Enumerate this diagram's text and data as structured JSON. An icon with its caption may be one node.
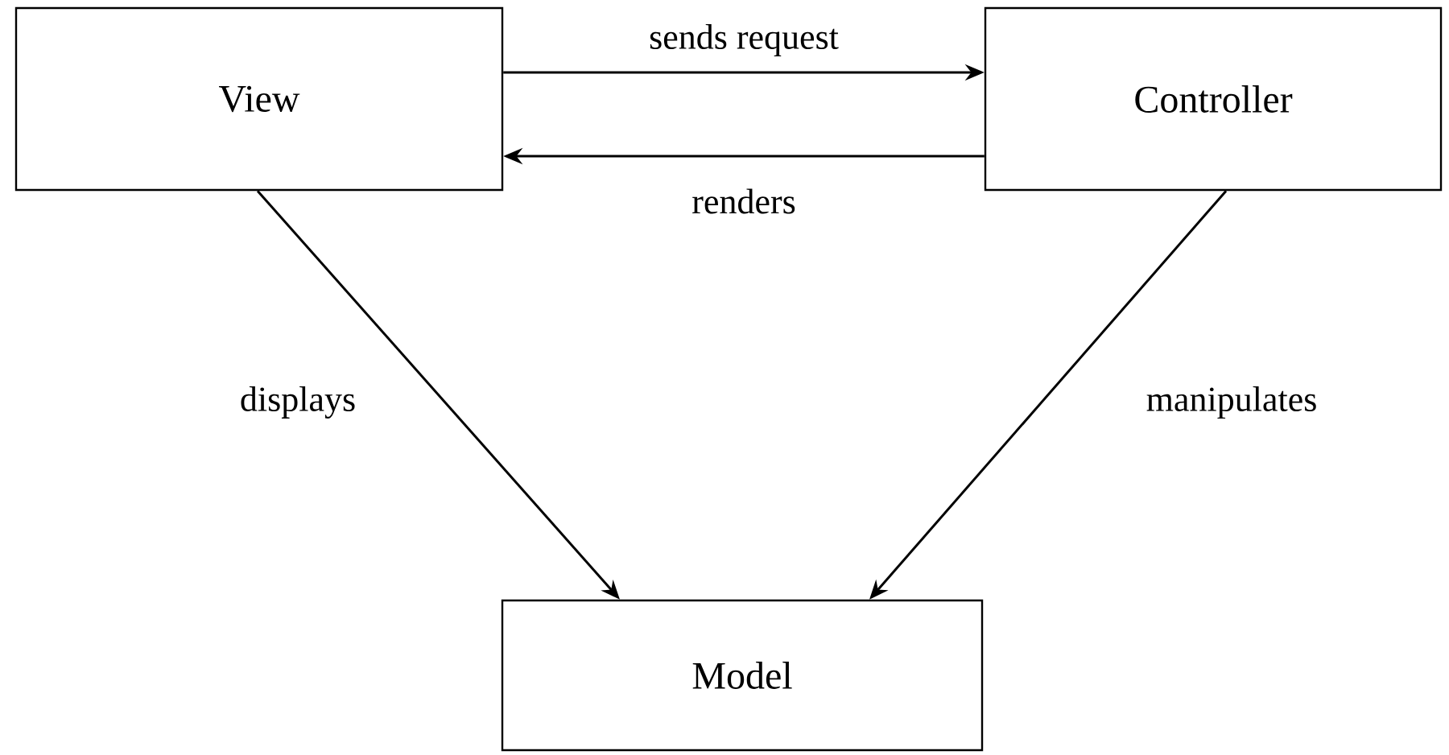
{
  "diagram": {
    "nodes": [
      {
        "text": [
          "View"
        ]
      },
      {
        "text": [
          "Controller"
        ]
      },
      {
        "text": [
          "Model"
        ]
      }
    ],
    "edges": [
      {
        "from": 0,
        "to": 1,
        "arrow": "to",
        "label": "sends request"
      },
      {
        "from": 1,
        "to": 0,
        "arrow": "to",
        "label": "renders"
      },
      {
        "from": 0,
        "to": 2,
        "arrow": "to",
        "label": "displays"
      },
      {
        "from": 1,
        "to": 2,
        "arrow": "to",
        "label": "manipulates"
      }
    ]
  }
}
